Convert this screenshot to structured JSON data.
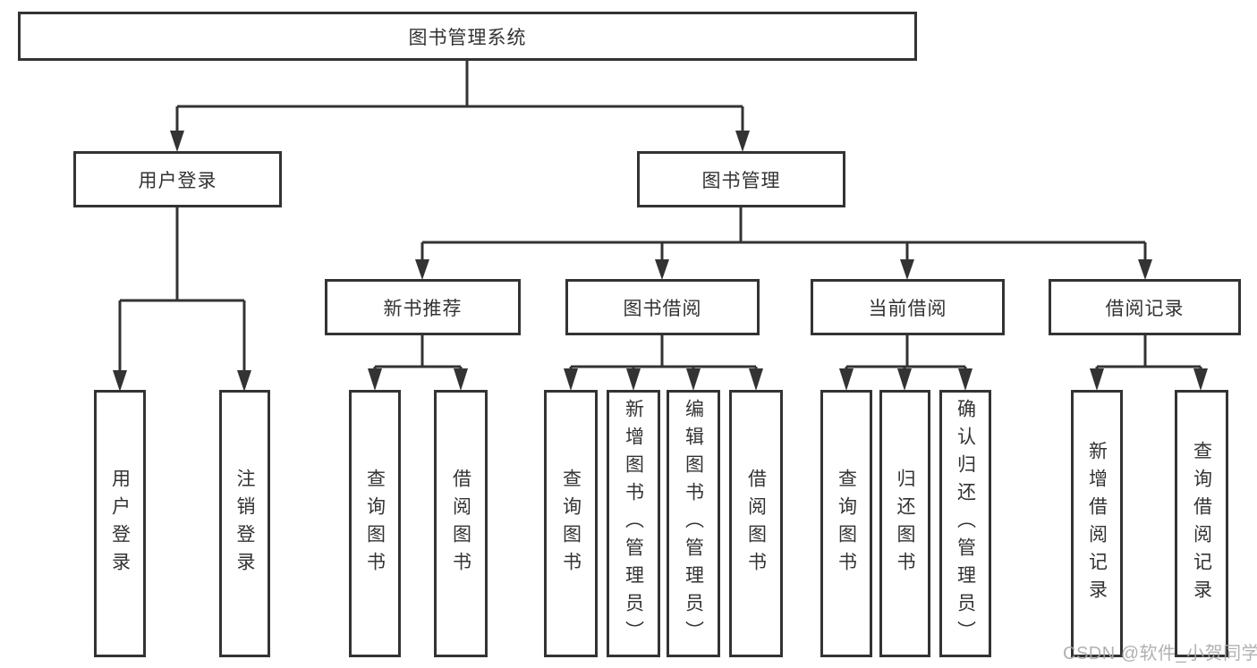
{
  "diagram": {
    "root": {
      "label": "图书管理系统"
    },
    "branches": [
      {
        "label": "用户登录",
        "children": [
          {
            "label": "用户登录"
          },
          {
            "label": "注销登录"
          }
        ]
      },
      {
        "label": "图书管理",
        "children": [
          {
            "label": "新书推荐",
            "children": [
              {
                "label": "查询图书"
              },
              {
                "label": "借阅图书"
              }
            ]
          },
          {
            "label": "图书借阅",
            "children": [
              {
                "label": "查询图书"
              },
              {
                "label": "新增图书（管理员）"
              },
              {
                "label": "编辑图书（管理员）"
              },
              {
                "label": "借阅图书"
              }
            ]
          },
          {
            "label": "当前借阅",
            "children": [
              {
                "label": "查询图书"
              },
              {
                "label": "归还图书"
              },
              {
                "label": "确认归还（管理员）"
              }
            ]
          },
          {
            "label": "借阅记录",
            "children": [
              {
                "label": "新增借阅记录"
              },
              {
                "label": "查询借阅记录"
              }
            ]
          }
        ]
      }
    ],
    "watermark": "CSDN @软件_小贺同学"
  },
  "colors": {
    "background": "#ffffff",
    "box_fill": "#ffffff",
    "line": "#333333",
    "text": "#333333",
    "watermark": "#a8a8a8"
  }
}
